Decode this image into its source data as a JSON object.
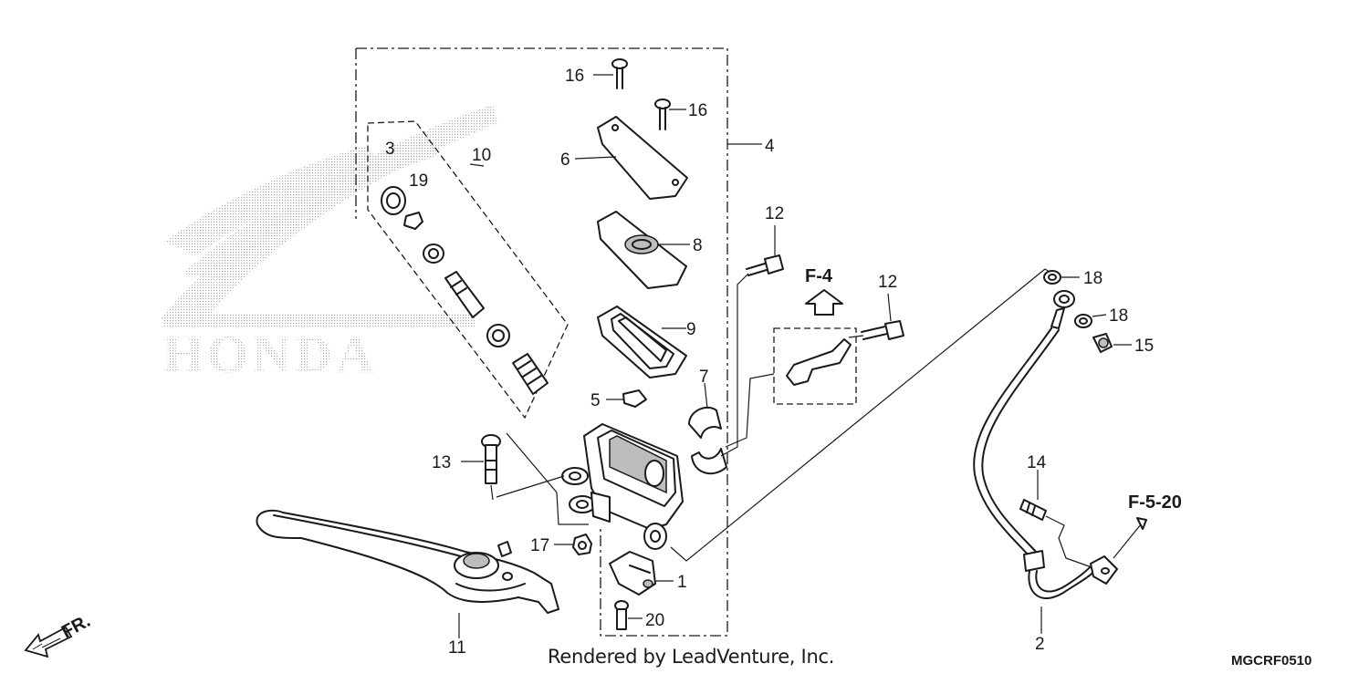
{
  "callouts": {
    "c1": "1",
    "c2": "2",
    "c3": "3",
    "c4": "4",
    "c5": "5",
    "c6": "6",
    "c7": "7",
    "c8": "8",
    "c9": "9",
    "c10": "10",
    "c11": "11",
    "c12a": "12",
    "c12b": "12",
    "c13": "13",
    "c14": "14",
    "c15": "15",
    "c16a": "16",
    "c16b": "16",
    "c17": "17",
    "c18a": "18",
    "c18b": "18",
    "c19": "19",
    "c20": "20"
  },
  "references": {
    "f4": "F-4",
    "f520": "F-5-20"
  },
  "watermark": {
    "brand": "HONDA"
  },
  "direction": {
    "front": "FR."
  },
  "footer": {
    "credit": "Rendered by LeadVenture, Inc.",
    "diagram_code": "MGCRF0510"
  }
}
